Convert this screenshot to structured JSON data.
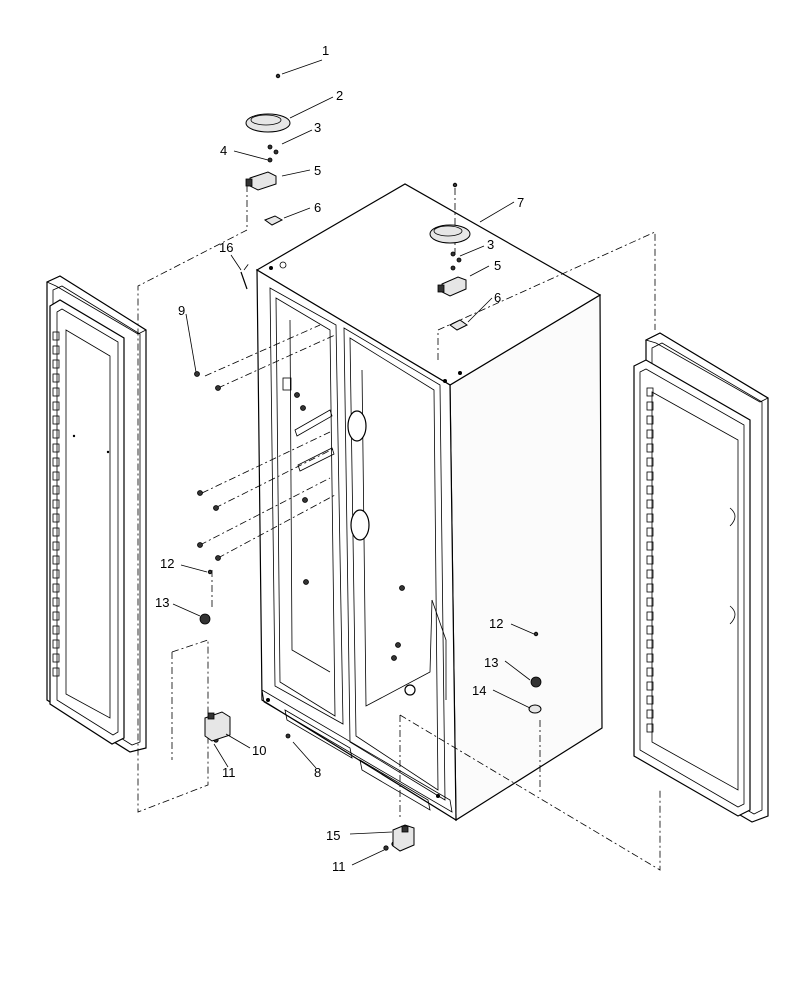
{
  "diagram": {
    "callouts": [
      {
        "id": "c1",
        "label": "1"
      },
      {
        "id": "c2",
        "label": "2"
      },
      {
        "id": "c3a",
        "label": "3"
      },
      {
        "id": "c4",
        "label": "4"
      },
      {
        "id": "c5a",
        "label": "5"
      },
      {
        "id": "c6a",
        "label": "6"
      },
      {
        "id": "c7",
        "label": "7"
      },
      {
        "id": "c3b",
        "label": "3"
      },
      {
        "id": "c5b",
        "label": "5"
      },
      {
        "id": "c6b",
        "label": "6"
      },
      {
        "id": "c16",
        "label": "16"
      },
      {
        "id": "c9",
        "label": "9"
      },
      {
        "id": "c12a",
        "label": "12"
      },
      {
        "id": "c13a",
        "label": "13"
      },
      {
        "id": "c12b",
        "label": "12"
      },
      {
        "id": "c13b",
        "label": "13"
      },
      {
        "id": "c14",
        "label": "14"
      },
      {
        "id": "c10",
        "label": "10"
      },
      {
        "id": "c11a",
        "label": "11"
      },
      {
        "id": "c8",
        "label": "8"
      },
      {
        "id": "c15",
        "label": "15"
      },
      {
        "id": "c11b",
        "label": "11"
      }
    ]
  }
}
